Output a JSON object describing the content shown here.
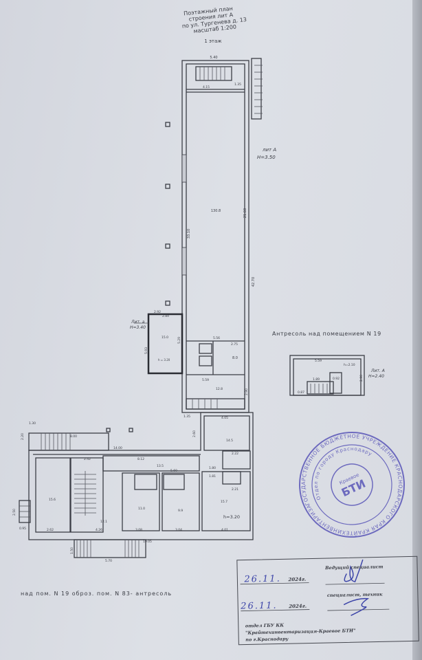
{
  "header": {
    "title_lines": [
      "Поэтажный план",
      "строения лит А",
      "по ул. Тургенева д. 13",
      "масштаб 1:200"
    ],
    "floor": "1 этаж"
  },
  "plan": {
    "main_building_label": "лит А",
    "main_building_height": "H=3.50",
    "annex_label": "Лит. а",
    "annex_height": "H=3.40",
    "annex_inner_height": "h = 3.20",
    "ground_height": "h=3.20",
    "dims": {
      "top_width": "5.40",
      "total_length": "42.70",
      "hall_length": "21.60",
      "left_length": "33.10",
      "top_room": "4.15",
      "top_room2": "1.35",
      "hall_area": "130.8",
      "annex_w1": "2.92",
      "annex_w2": "2.84",
      "annex_h": "5.93",
      "annex_h2": "5.29",
      "annex_area": "15.0",
      "r1": "5.56",
      "r2": "2.75",
      "r3": "5.59",
      "r4": "2.90",
      "r5": "1.35",
      "r6": "4.05",
      "r7": "2.60",
      "r8": "14.00",
      "r9": "8.00",
      "r10": "1.30",
      "r11": "2.20",
      "r12": "2.42",
      "r13": "8.12",
      "r14": "5.60",
      "r15": "2.62",
      "r16": "4.26",
      "r17": "3.08",
      "r18": "3.04",
      "r19": "4.01",
      "r20": "19.05",
      "r21": "5.70",
      "r22": "1.50",
      "r23": "0.95",
      "r24": "2.50",
      "r25": "1.80",
      "r26": "1.81",
      "r27": "2.21",
      "r28": "2.22"
    },
    "rooms": {
      "a": "15.6",
      "b": "12.1",
      "c": "13.5",
      "d": "11.0",
      "e": "9.9",
      "f": "15.7",
      "g": "14.5",
      "h": "8.0",
      "i": "12.8"
    },
    "note": "над пом. N 19   оброз. пом. N 83- антресоль"
  },
  "mezzanine": {
    "title": "Антресоль над помещением N 19",
    "width": "5.59",
    "height_inner": "h=2.10",
    "d1": "0.92",
    "d2": "1.89",
    "d3": "0.87",
    "d4": "2.90",
    "label": "Лит. А",
    "height": "H=2.40"
  },
  "stamp": {
    "outer_text": "ГОСУДАРСТВЕННОЕ БЮДЖЕТНОЕ УЧРЕЖДЕНИЕ КРАСНОДАРСКОГО КРАЯ КРАЙТЕХИНВЕНТАРИЗАЦИЯ",
    "inner_text": "Отдел по городу Краснодару",
    "top": "Краевое",
    "center": "БТИ"
  },
  "signature_block": {
    "date1": "26.11.",
    "year1": "2024г.",
    "date2": "26.11.",
    "year2": "2024г.",
    "role1": "Ведущий специалист",
    "role2": "специалист, техник",
    "org_line1": "отдел ГБУ КК",
    "org_line2": "\"Крайтехинвентаризация-Краевое БТИ\"",
    "org_line3": "по г.Краснодару"
  },
  "colors": {
    "ink": "#3b3d45",
    "stamp": "#5a56b8",
    "pen": "#3c44a8"
  }
}
